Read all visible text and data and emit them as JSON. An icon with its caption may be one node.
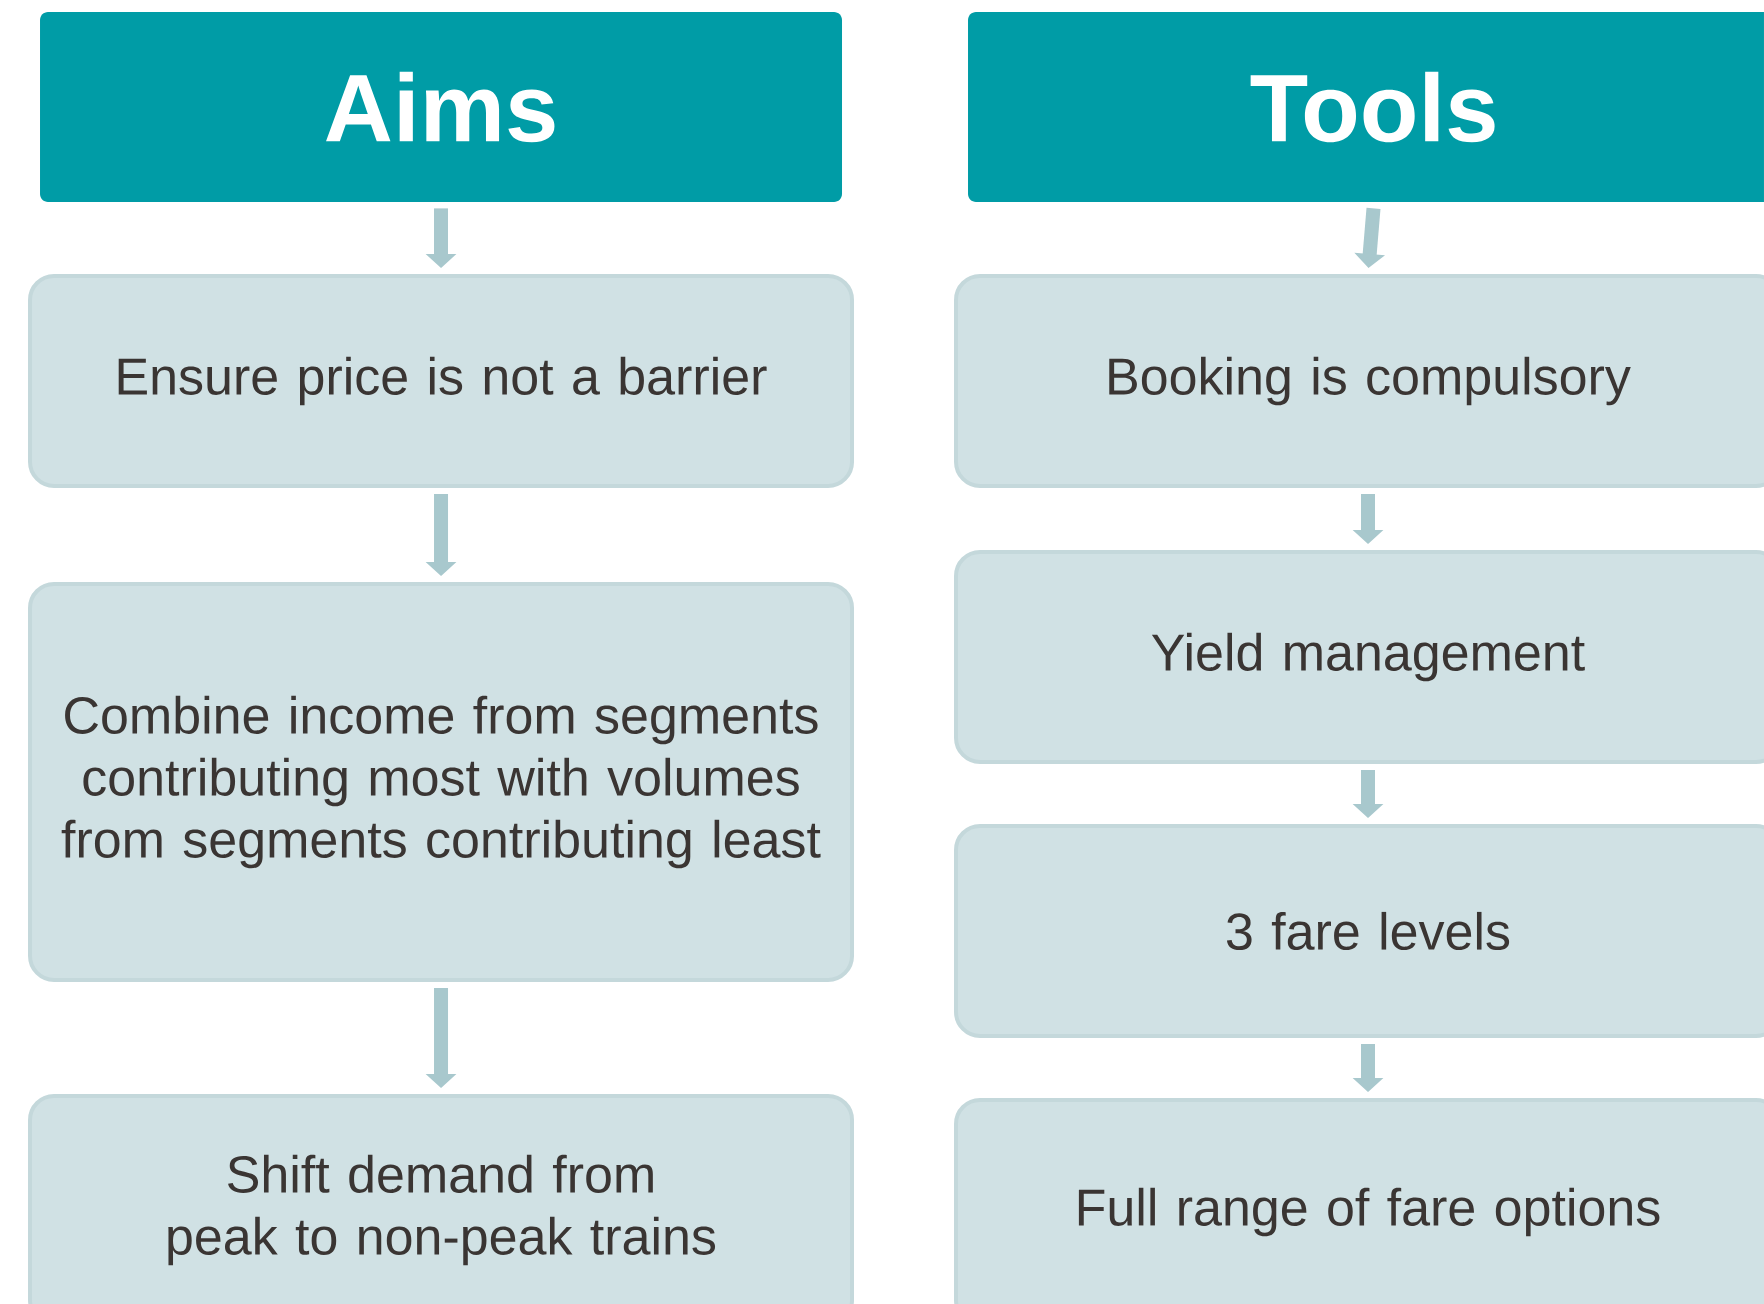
{
  "diagram": {
    "nodes": [
      {
        "text": [
          "Aims"
        ]
      },
      {
        "text": [
          "Ensure price is not a barrier"
        ]
      },
      {
        "text": [
          "Combine income from segments contributing most with volumes from segments contributing least"
        ]
      },
      {
        "text": [
          "Shift demand from peak to non-peak trains"
        ]
      },
      {
        "text": [
          "Tools"
        ]
      },
      {
        "text": [
          "Booking is compulsory"
        ]
      },
      {
        "text": [
          "Yield management"
        ]
      },
      {
        "text": [
          "3 fare levels"
        ]
      },
      {
        "text": [
          "Full range of fare options"
        ]
      }
    ],
    "edges": [
      {
        "from": 0,
        "to": 1,
        "arrow": "to"
      },
      {
        "from": 1,
        "to": 2,
        "arrow": "to"
      },
      {
        "from": 2,
        "to": 3,
        "arrow": "to"
      },
      {
        "from": 4,
        "to": 5,
        "arrow": "to"
      },
      {
        "from": 5,
        "to": 6,
        "arrow": "to"
      },
      {
        "from": 6,
        "to": 7,
        "arrow": "to"
      },
      {
        "from": 7,
        "to": 8,
        "arrow": "to"
      }
    ]
  }
}
